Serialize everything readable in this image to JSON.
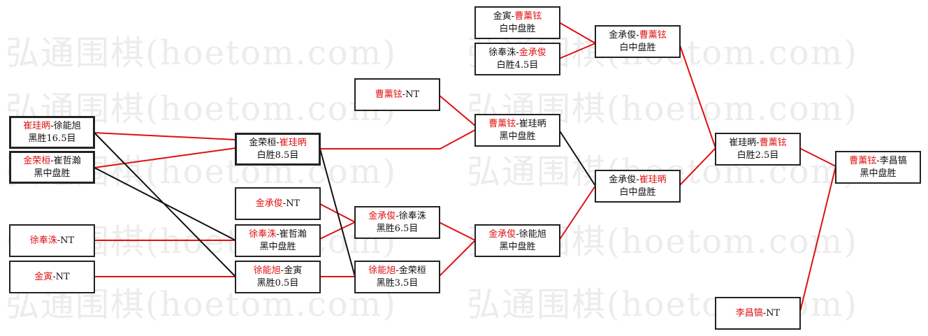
{
  "watermark": {
    "text": "弘通围棋(hoetom.com)"
  },
  "nodes": [
    {
      "id": "r1a",
      "segments": [
        {
          "text": "崔珪昞",
          "red": true
        },
        {
          "text": "-徐能旭",
          "red": false
        }
      ],
      "result": "黑胜16.5目"
    },
    {
      "id": "r1b",
      "segments": [
        {
          "text": "金荣桓",
          "red": true
        },
        {
          "text": "-崔哲瀚",
          "red": false
        }
      ],
      "result": "黑中盘胜"
    },
    {
      "id": "r1c",
      "segments": [
        {
          "text": "徐奉洙",
          "red": true
        },
        {
          "text": "-NT",
          "red": false
        }
      ],
      "result": ""
    },
    {
      "id": "r1d",
      "segments": [
        {
          "text": "金寅",
          "red": true
        },
        {
          "text": "-NT",
          "red": false
        }
      ],
      "result": ""
    },
    {
      "id": "r2a",
      "segments": [
        {
          "text": "金荣桓-",
          "red": false
        },
        {
          "text": "崔珪昞",
          "red": true
        }
      ],
      "result": "白胜8.5目"
    },
    {
      "id": "r2b",
      "segments": [
        {
          "text": "金承俊",
          "red": true
        },
        {
          "text": "-NT",
          "red": false
        }
      ],
      "result": ""
    },
    {
      "id": "r2c",
      "segments": [
        {
          "text": "徐奉洙",
          "red": true
        },
        {
          "text": "-崔哲瀚",
          "red": false
        }
      ],
      "result": "黑中盘胜"
    },
    {
      "id": "r2d",
      "segments": [
        {
          "text": "徐能旭",
          "red": true
        },
        {
          "text": "-金寅",
          "red": false
        }
      ],
      "result": "黑胜0.5目"
    },
    {
      "id": "r3a",
      "segments": [
        {
          "text": "曹薰铉",
          "red": true
        },
        {
          "text": "-NT",
          "red": false
        }
      ],
      "result": ""
    },
    {
      "id": "r3b",
      "segments": [
        {
          "text": "金承俊",
          "red": true
        },
        {
          "text": "-徐奉洙",
          "red": false
        }
      ],
      "result": "黑胜6.5目"
    },
    {
      "id": "r3c",
      "segments": [
        {
          "text": "徐能旭",
          "red": true
        },
        {
          "text": "-金荣桓",
          "red": false
        }
      ],
      "result": "黑胜3.5目"
    },
    {
      "id": "r4a",
      "segments": [
        {
          "text": "金寅-",
          "red": false
        },
        {
          "text": "曹薰铉",
          "red": true
        }
      ],
      "result": "白中盘胜"
    },
    {
      "id": "r4b",
      "segments": [
        {
          "text": "徐奉洙-",
          "red": false
        },
        {
          "text": "金承俊",
          "red": true
        }
      ],
      "result": "白胜4.5目"
    },
    {
      "id": "r4c",
      "segments": [
        {
          "text": "曹薰铉",
          "red": true
        },
        {
          "text": "-崔珪昞",
          "red": false
        }
      ],
      "result": "黑中盘胜"
    },
    {
      "id": "r4d",
      "segments": [
        {
          "text": "金承俊",
          "red": true
        },
        {
          "text": "-徐能旭",
          "red": false
        }
      ],
      "result": "黑中盘胜"
    },
    {
      "id": "r5a",
      "segments": [
        {
          "text": "金承俊-",
          "red": false
        },
        {
          "text": "曹薰铉",
          "red": true
        }
      ],
      "result": "白中盘胜"
    },
    {
      "id": "r5b",
      "segments": [
        {
          "text": "金承俊-",
          "red": false
        },
        {
          "text": "崔珪昞",
          "red": true
        }
      ],
      "result": "白中盘胜"
    },
    {
      "id": "r6a",
      "segments": [
        {
          "text": "崔珪昞-",
          "red": false
        },
        {
          "text": "曹薰铉",
          "red": true
        }
      ],
      "result": "白胜2.5目"
    },
    {
      "id": "r6b",
      "segments": [
        {
          "text": "李昌镐",
          "red": true
        },
        {
          "text": "-NT",
          "red": false
        }
      ],
      "result": ""
    },
    {
      "id": "r7a",
      "segments": [
        {
          "text": "曹薰铉",
          "red": true
        },
        {
          "text": "-李昌镐",
          "red": false
        }
      ],
      "result": "黑中盘胜"
    }
  ]
}
